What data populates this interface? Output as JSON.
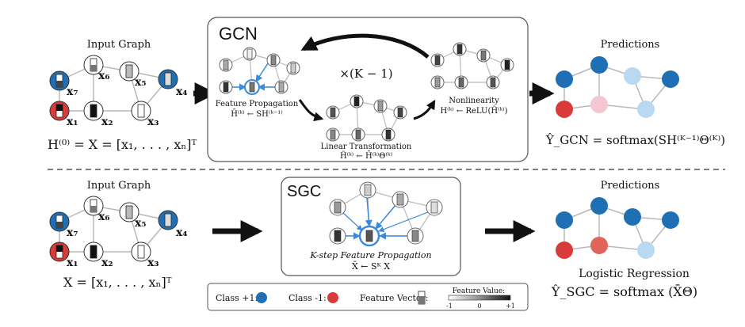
{
  "colors": {
    "class_pos": "#1f6fb5",
    "class_neg": "#d93a3a",
    "light_blue": "#b8d9f0",
    "light_pink": "#f4c6d2",
    "mid_red": "#e0645a",
    "edge": "#b8b8b8",
    "prop_arrow": "#3b8ad9"
  },
  "gcn": {
    "title": "GCN",
    "input_label": "Input Graph",
    "node_labels": {
      "x7": "x₇",
      "x6": "x₆",
      "x5": "x₅",
      "x4": "x₄",
      "x1": "x₁",
      "x2": "x₂",
      "x3": "x₃"
    },
    "h0_eq": "H⁽⁰⁾ = X = [x₁, . . . , xₙ]ᵀ",
    "repeat": "×(K − 1)",
    "feature_prop_label": "Feature Propagation",
    "feature_prop_eq": "H̄⁽ᵏ⁾ ← SH⁽ᵏ⁻¹⁾",
    "nonlinearity_label": "Nonlinearity",
    "nonlinearity_eq": "H⁽ᵏ⁾ ← ReLU(Ĥ⁽ᵏ⁾)",
    "linear_label": "Linear Transformation",
    "linear_eq": "Ĥ⁽ᵏ⁾ ← H̄⁽ᵏ⁾Θ⁽ᵏ⁾",
    "predictions_label": "Predictions",
    "output_eq": "Ŷ_GCN = softmax(SH⁽ᴷ⁻¹⁾Θ⁽ᴷ⁾)"
  },
  "sgc": {
    "title": "SGC",
    "input_label": "Input Graph",
    "x_eq": "X = [x₁, . . . , xₙ]ᵀ",
    "kstep_label": "K-step Feature Propagation",
    "kstep_eq": "X̄ ← Sᴷ X",
    "predictions_label": "Predictions",
    "logreg_label": "Logistic Regression",
    "output_eq": "Ŷ_SGC = softmax (X̄Θ)"
  },
  "legend": {
    "class_pos": "Class +1:",
    "class_neg": "Class -1:",
    "feature_vector": "Feature Vector:",
    "feature_value": "Feature Value:",
    "tick_min": "-1",
    "tick_mid": "0",
    "tick_max": "+1"
  }
}
